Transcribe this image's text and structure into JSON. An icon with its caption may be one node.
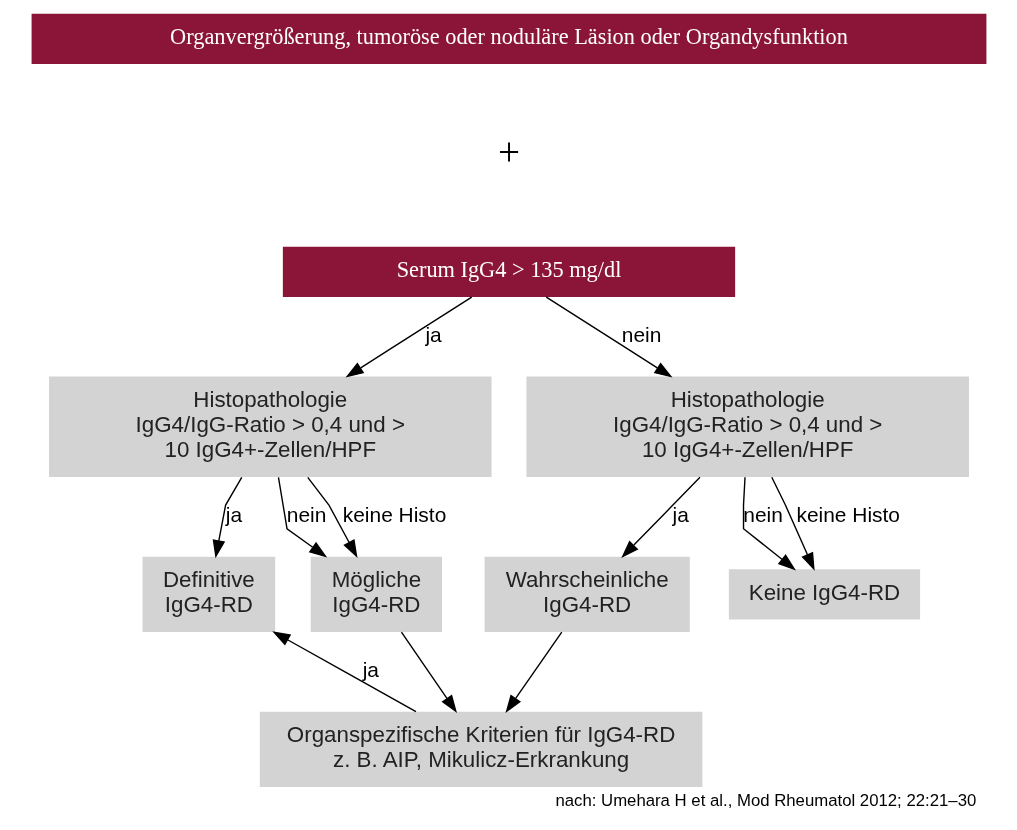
{
  "diagram": {
    "caption": "nach: Umehara H et al., Mod Rheumatol 2012; 22:21–30",
    "nodes": [
      {
        "text": [
          "Organvergrößerung, tumoröse oder noduläre Läsion oder Organdysfunktion"
        ]
      },
      {
        "text": [
          "Serum IgG4 > 135 mg/dl"
        ]
      },
      {
        "text": [
          "Histopathologie IgG4/IgG-Ratio > 0,4 und > 10 IgG4+-Zellen/HPF"
        ]
      },
      {
        "text": [
          "Histopathologie IgG4/IgG-Ratio > 0,4 und > 10 IgG4+-Zellen/HPF"
        ]
      },
      {
        "text": [
          "Definitive IgG4-RD"
        ]
      },
      {
        "text": [
          "Mögliche IgG4-RD"
        ]
      },
      {
        "text": [
          "Wahrscheinliche IgG4-RD"
        ]
      },
      {
        "text": [
          "Keine IgG4-RD"
        ]
      },
      {
        "text": [
          "Organspezifische Kriterien für IgG4-RD z. B. AIP, Mikulicz-Erkrankung"
        ]
      }
    ],
    "edges": [
      {
        "from": 1,
        "to": 2,
        "arrow": "to",
        "label": "ja"
      },
      {
        "from": 1,
        "to": 3,
        "arrow": "to",
        "label": "nein"
      },
      {
        "from": 2,
        "to": 4,
        "arrow": "to",
        "label": "ja"
      },
      {
        "from": 2,
        "to": 5,
        "arrow": "to",
        "label": "nein"
      },
      {
        "from": 2,
        "to": 5,
        "arrow": "to",
        "label": "keine Histo"
      },
      {
        "from": 3,
        "to": 6,
        "arrow": "to",
        "label": "ja"
      },
      {
        "from": 3,
        "to": 7,
        "arrow": "to",
        "label": "nein"
      },
      {
        "from": 3,
        "to": 7,
        "arrow": "to",
        "label": "keine Histo"
      },
      {
        "from": 5,
        "to": 8,
        "arrow": "to"
      },
      {
        "from": 6,
        "to": 8,
        "arrow": "to"
      },
      {
        "from": 8,
        "to": 4,
        "arrow": "to",
        "label": "ja"
      }
    ],
    "labels": [
      "+"
    ]
  }
}
